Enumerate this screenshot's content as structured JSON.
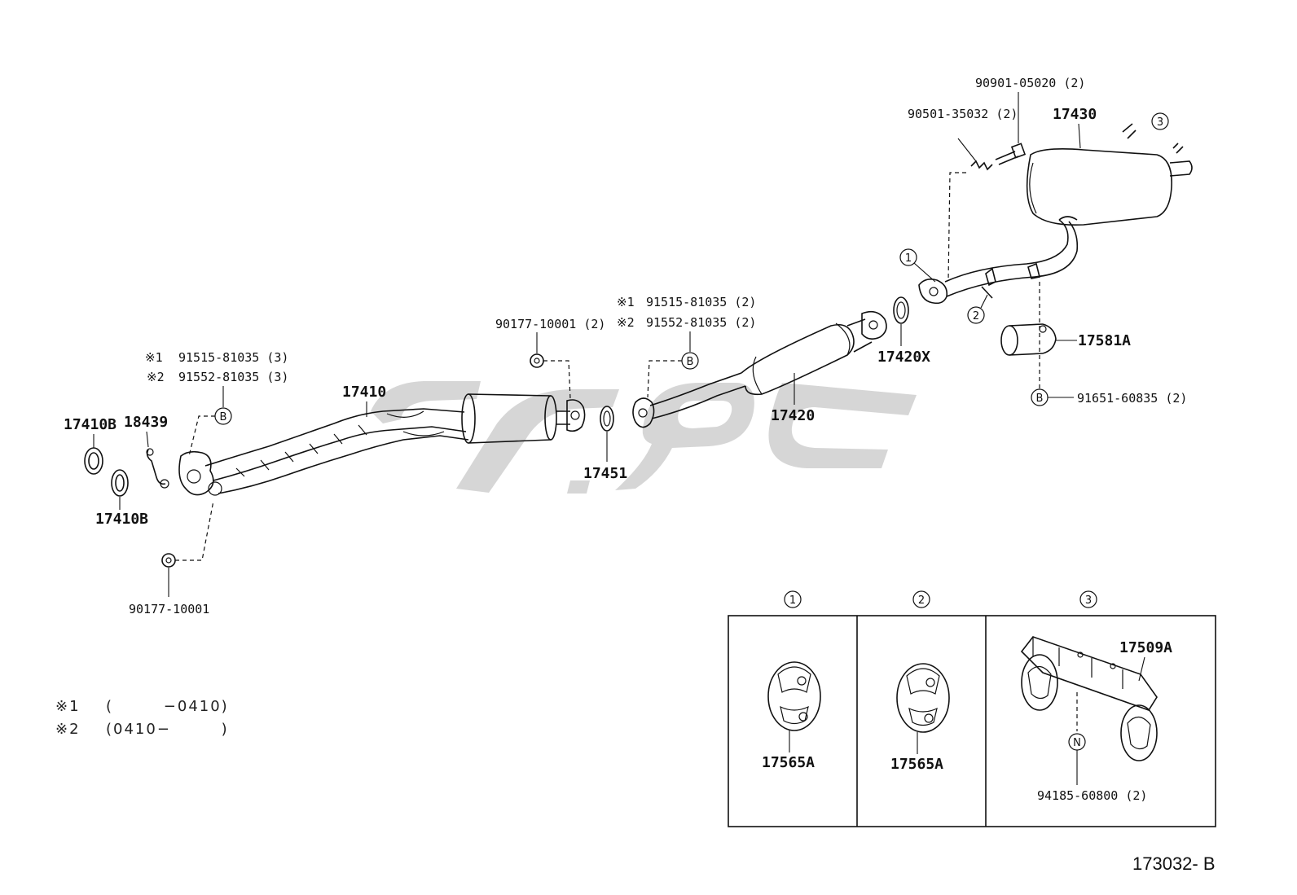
{
  "labels": {
    "p_17410B_a": "17410B",
    "p_18439": "18439",
    "p_17410B_b": "17410B",
    "p_17410": "17410",
    "p_90177_10001": "90177-10001",
    "p_90177_10001_2": "90177-10001 (2)",
    "p_17451": "17451",
    "p_17420": "17420",
    "p_17420X": "17420X",
    "p_17430": "17430",
    "p_90901_05020": "90901-05020 (2)",
    "p_90501_35032": "90501-35032 (2)",
    "p_17581A": "17581A",
    "p_91651_60835": "91651-60835 (2)",
    "p_17565A_1": "17565A",
    "p_17565A_2": "17565A",
    "p_17509A": "17509A",
    "p_94185_60800": "94185-60800 (2)"
  },
  "bolt_group_left": {
    "mark1": "※1",
    "part1": "91515-81035 (3)",
    "mark2": "※2",
    "part2": "91552-81035 (3)"
  },
  "bolt_group_mid": {
    "mark1": "※1",
    "part1": "91515-81035 (2)",
    "mark2": "※2",
    "part2": "91552-81035 (2)"
  },
  "ref_letters": {
    "b": "B",
    "n": "N"
  },
  "callouts": {
    "c1": "1",
    "c2": "2",
    "c3": "3"
  },
  "notes": {
    "n1_mark": "※1",
    "n1_range": "(        −0410)",
    "n2_mark": "※2",
    "n2_range": "(0410−        )"
  },
  "diagram_id": "173032- B",
  "watermark_color": "#cfcfcf"
}
